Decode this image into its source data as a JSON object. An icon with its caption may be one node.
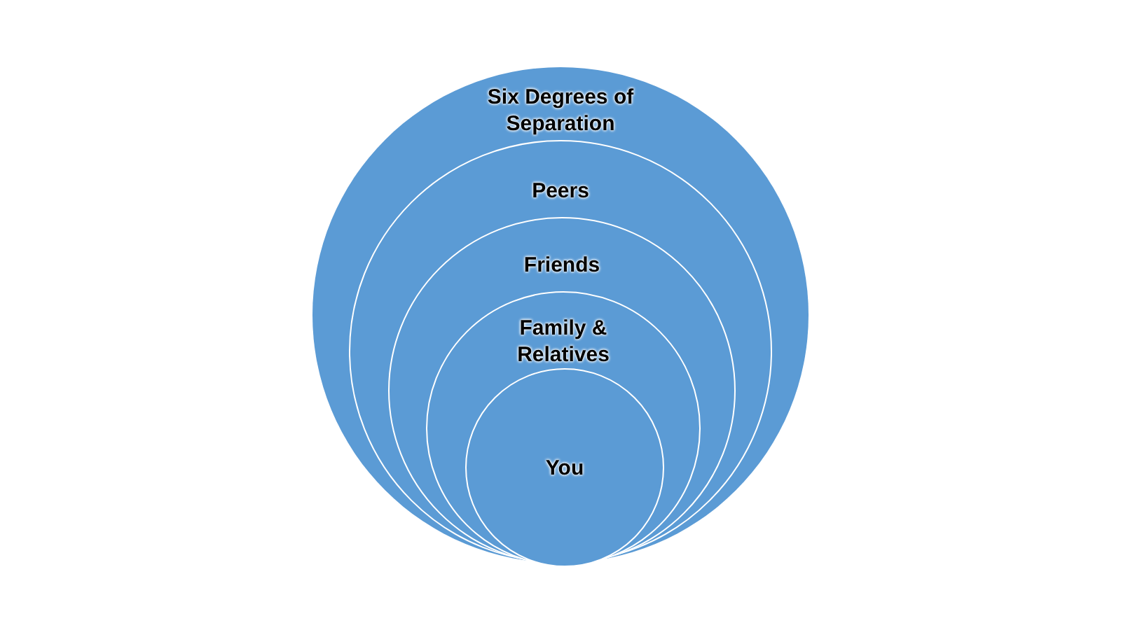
{
  "diagram": {
    "nodes": [
      {
        "text": [
          "Six Degrees of Separation"
        ]
      },
      {
        "text": [
          "Peers"
        ],
        "in": 0
      },
      {
        "text": [
          "Friends"
        ],
        "in": 1
      },
      {
        "text": [
          "Family & Relatives"
        ],
        "in": 2
      },
      {
        "text": [
          "You"
        ],
        "in": 3
      }
    ]
  }
}
